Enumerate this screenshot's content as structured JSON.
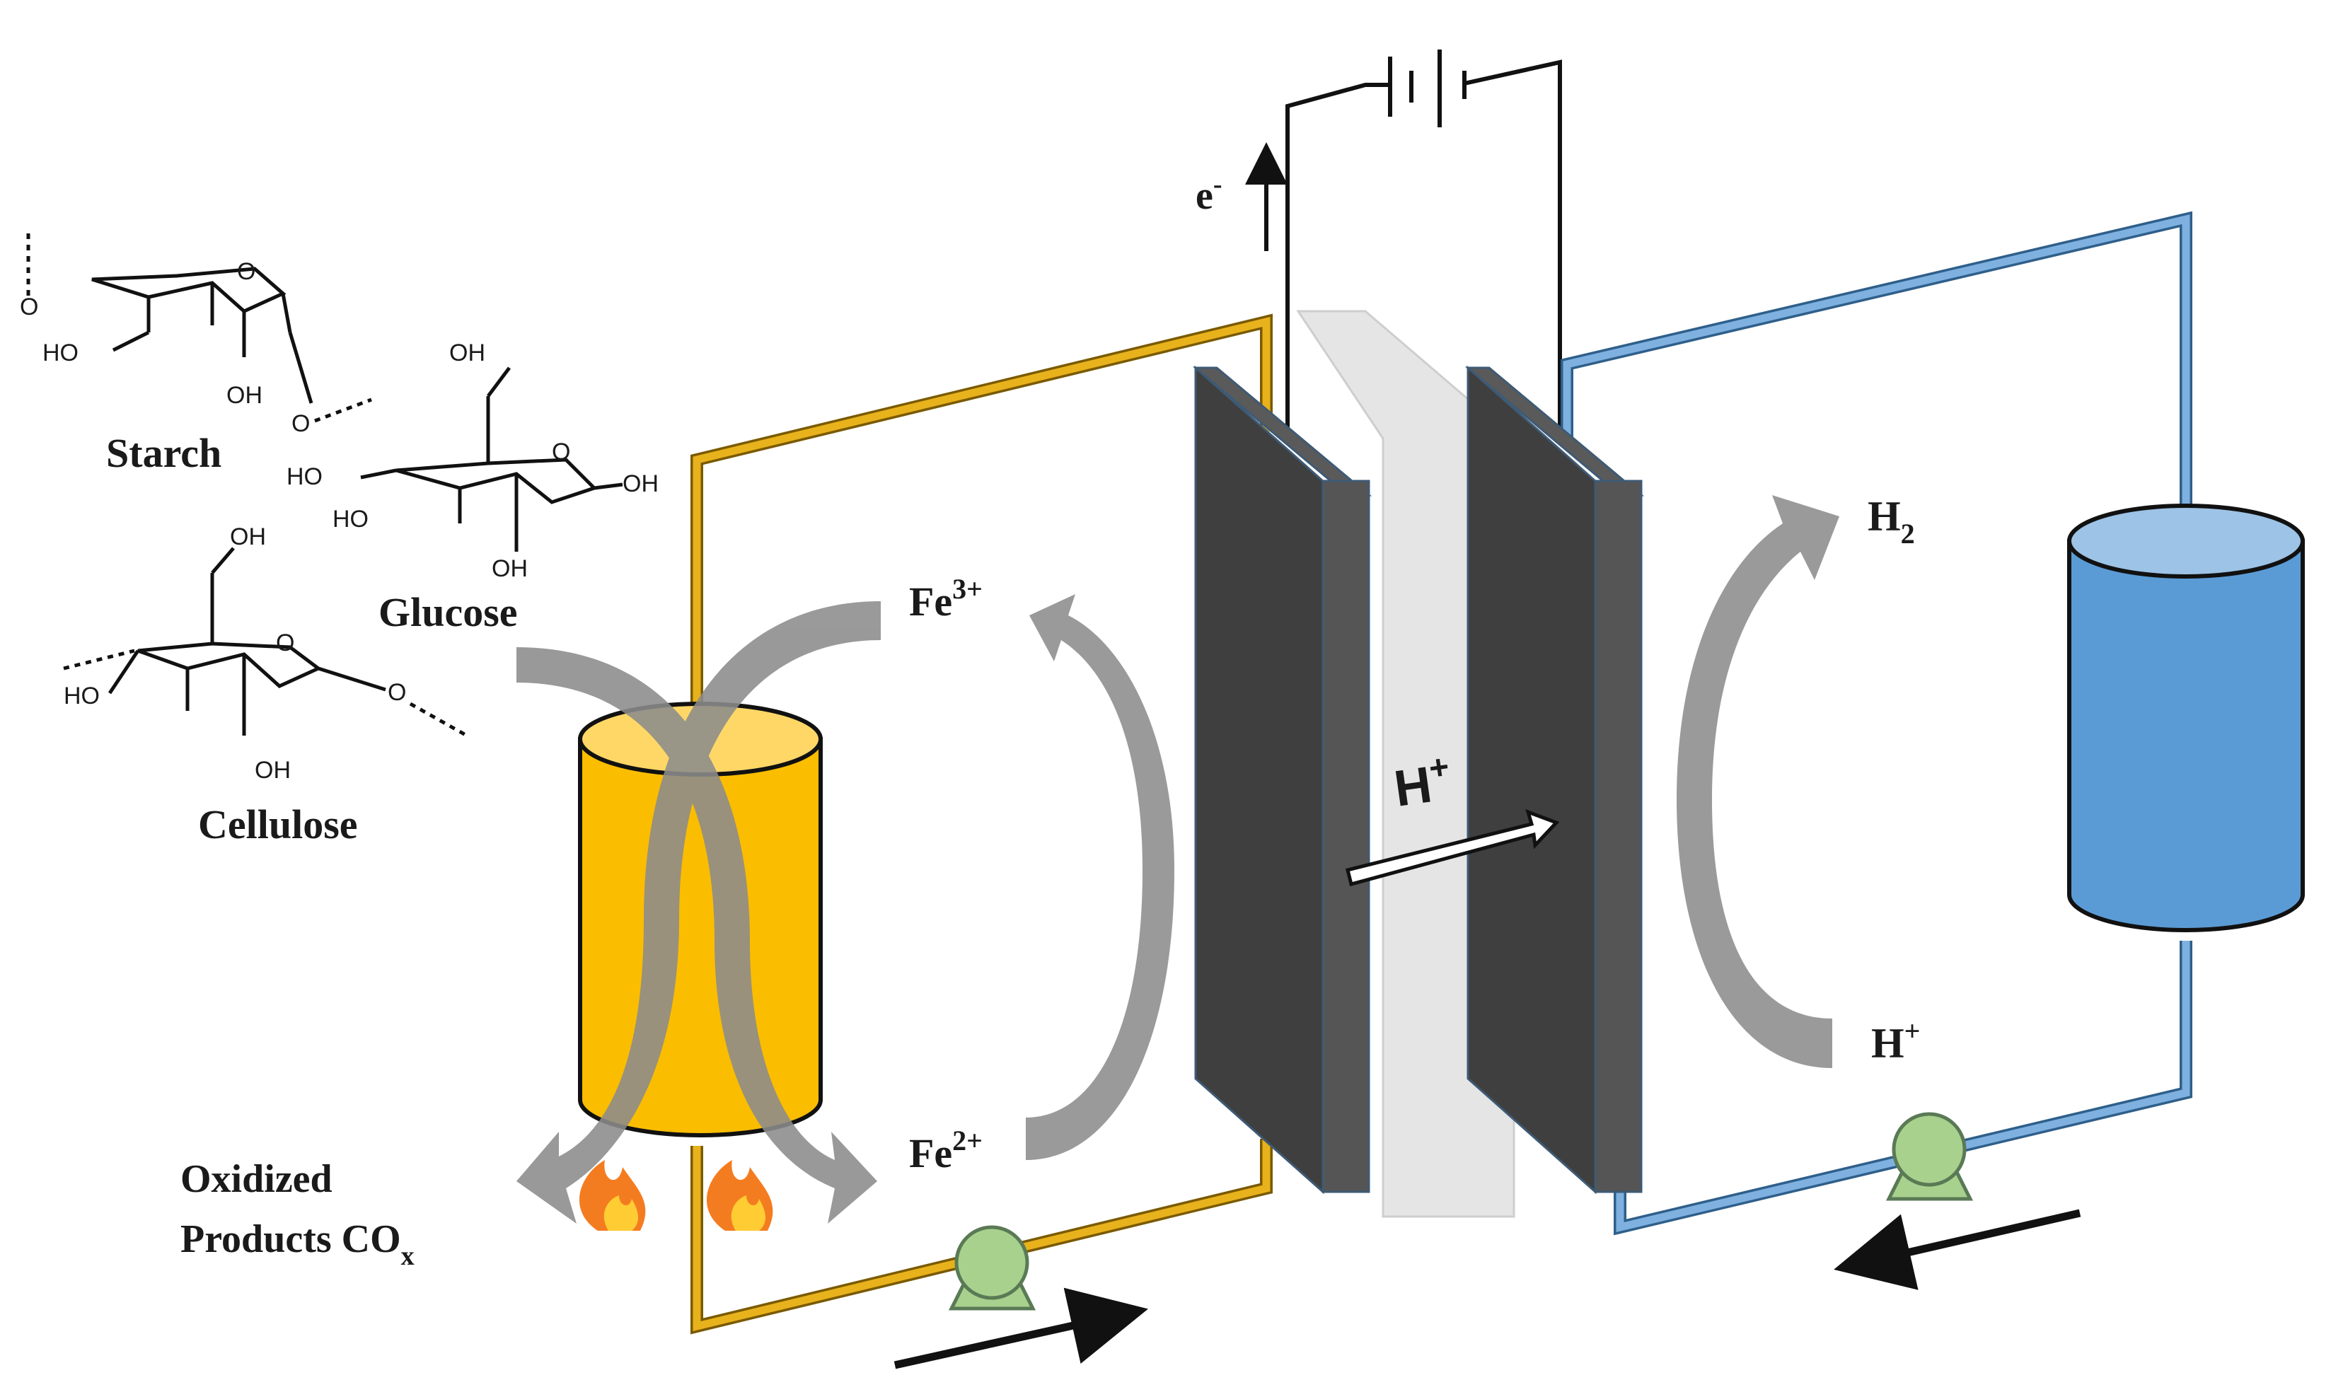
{
  "labels": {
    "starch": "Starch",
    "glucose": "Glucose",
    "cellulose": "Cellulose",
    "oxidized_line1": "Oxidized",
    "oxidized_line2": "Products CO",
    "oxidized_sub": "x",
    "fe3_base": "Fe",
    "fe3_sup": "3+",
    "fe2_base": "Fe",
    "fe2_sup": "2+",
    "h2_base": "H",
    "h2_sub": "2",
    "hplus_base": "H",
    "hplus_sup": "+",
    "membrane_h_base": "H",
    "membrane_h_sup": "+",
    "electron_base": "e",
    "electron_sup": "-"
  },
  "molecule_labels": {
    "ho": "HO",
    "oh": "OH",
    "o": "O"
  },
  "colors": {
    "anolyte_pipe": "#e8b21c",
    "anolyte_tank": "#fbbd00",
    "anolyte_tank_top": "#ffd766",
    "catholyte_pipe": "#5b9bd5",
    "catholyte_tank": "#5b9bd5",
    "catholyte_tank_top": "#9dc3e6",
    "electrode_front": "#3f3f3f",
    "electrode_side": "#555555",
    "membrane": "#d9d9d9",
    "pump": "#a9d18e",
    "process_arrow": "#8c8c8c"
  }
}
